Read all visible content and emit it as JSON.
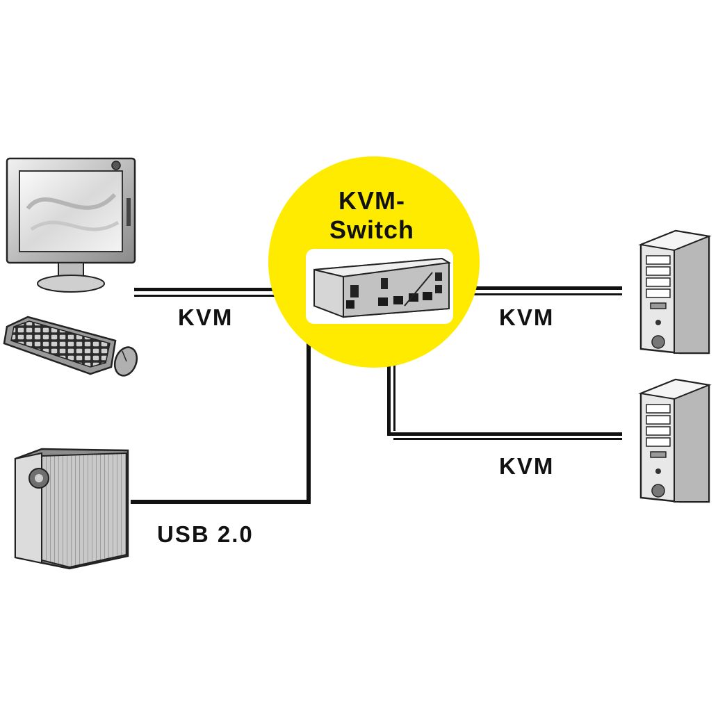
{
  "hub": {
    "title_line1": "KVM-",
    "title_line2": "Switch",
    "color": "#FFEB00"
  },
  "connections": {
    "monitor_link": "KVM",
    "pc1_link": "KVM",
    "pc2_link": "KVM",
    "storage_link": "USB 2.0"
  },
  "icons": [
    "monitor-icon",
    "keyboard-icon",
    "mouse-icon",
    "external-drive-icon",
    "kvm-switch-device-icon",
    "pc-tower-icon"
  ]
}
